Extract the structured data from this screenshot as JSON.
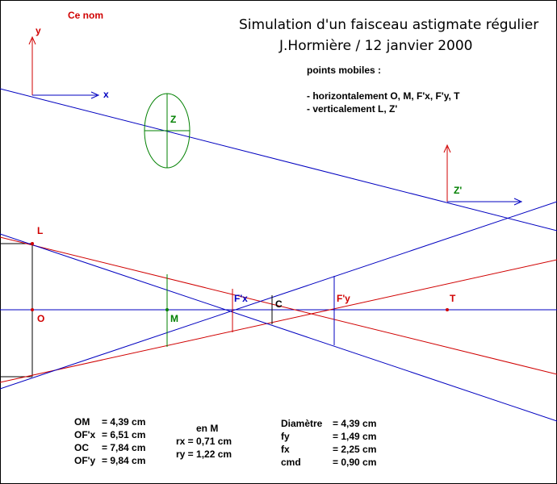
{
  "header": {
    "corner_label": "Ce nom",
    "title_line1": "Simulation d'un faisceau astigmate régulier",
    "title_line2": "J.Hormière / 12 janvier 2000"
  },
  "info": {
    "heading": "points mobiles :",
    "line1": "- horizontalement  O, M, F'x, F'y, T",
    "line2": "- verticalement       L, Z'"
  },
  "axes": {
    "x": "x",
    "y": "y"
  },
  "points": {
    "Z": "Z",
    "Zp": "Z'",
    "L": "L",
    "O": "O",
    "M": "M",
    "Fx": "F'x",
    "C": "C",
    "Fy": "F'y",
    "T": "T"
  },
  "measures_left": [
    {
      "label": "OM",
      "value": "=   4,39   cm"
    },
    {
      "label": "OF'x",
      "value": "=   6,51   cm"
    },
    {
      "label": "OC",
      "value": "=   7,84   cm"
    },
    {
      "label": "OF'y",
      "value": "=   9,84   cm"
    }
  ],
  "measures_mid": {
    "heading": "en M",
    "rx": "rx = 0,71   cm",
    "ry": "ry = 1,22   cm"
  },
  "measures_right": [
    {
      "label": "Diamètre",
      "value": "= 4,39   cm"
    },
    {
      "label": "fy",
      "value": "= 1,49   cm"
    },
    {
      "label": "fx",
      "value": "= 2,25   cm"
    },
    {
      "label": "cmd",
      "value": "= 0,90   cm"
    }
  ],
  "colors": {
    "blue": "#0000c0",
    "red": "#d00000",
    "green": "#008000",
    "black": "#000000"
  }
}
